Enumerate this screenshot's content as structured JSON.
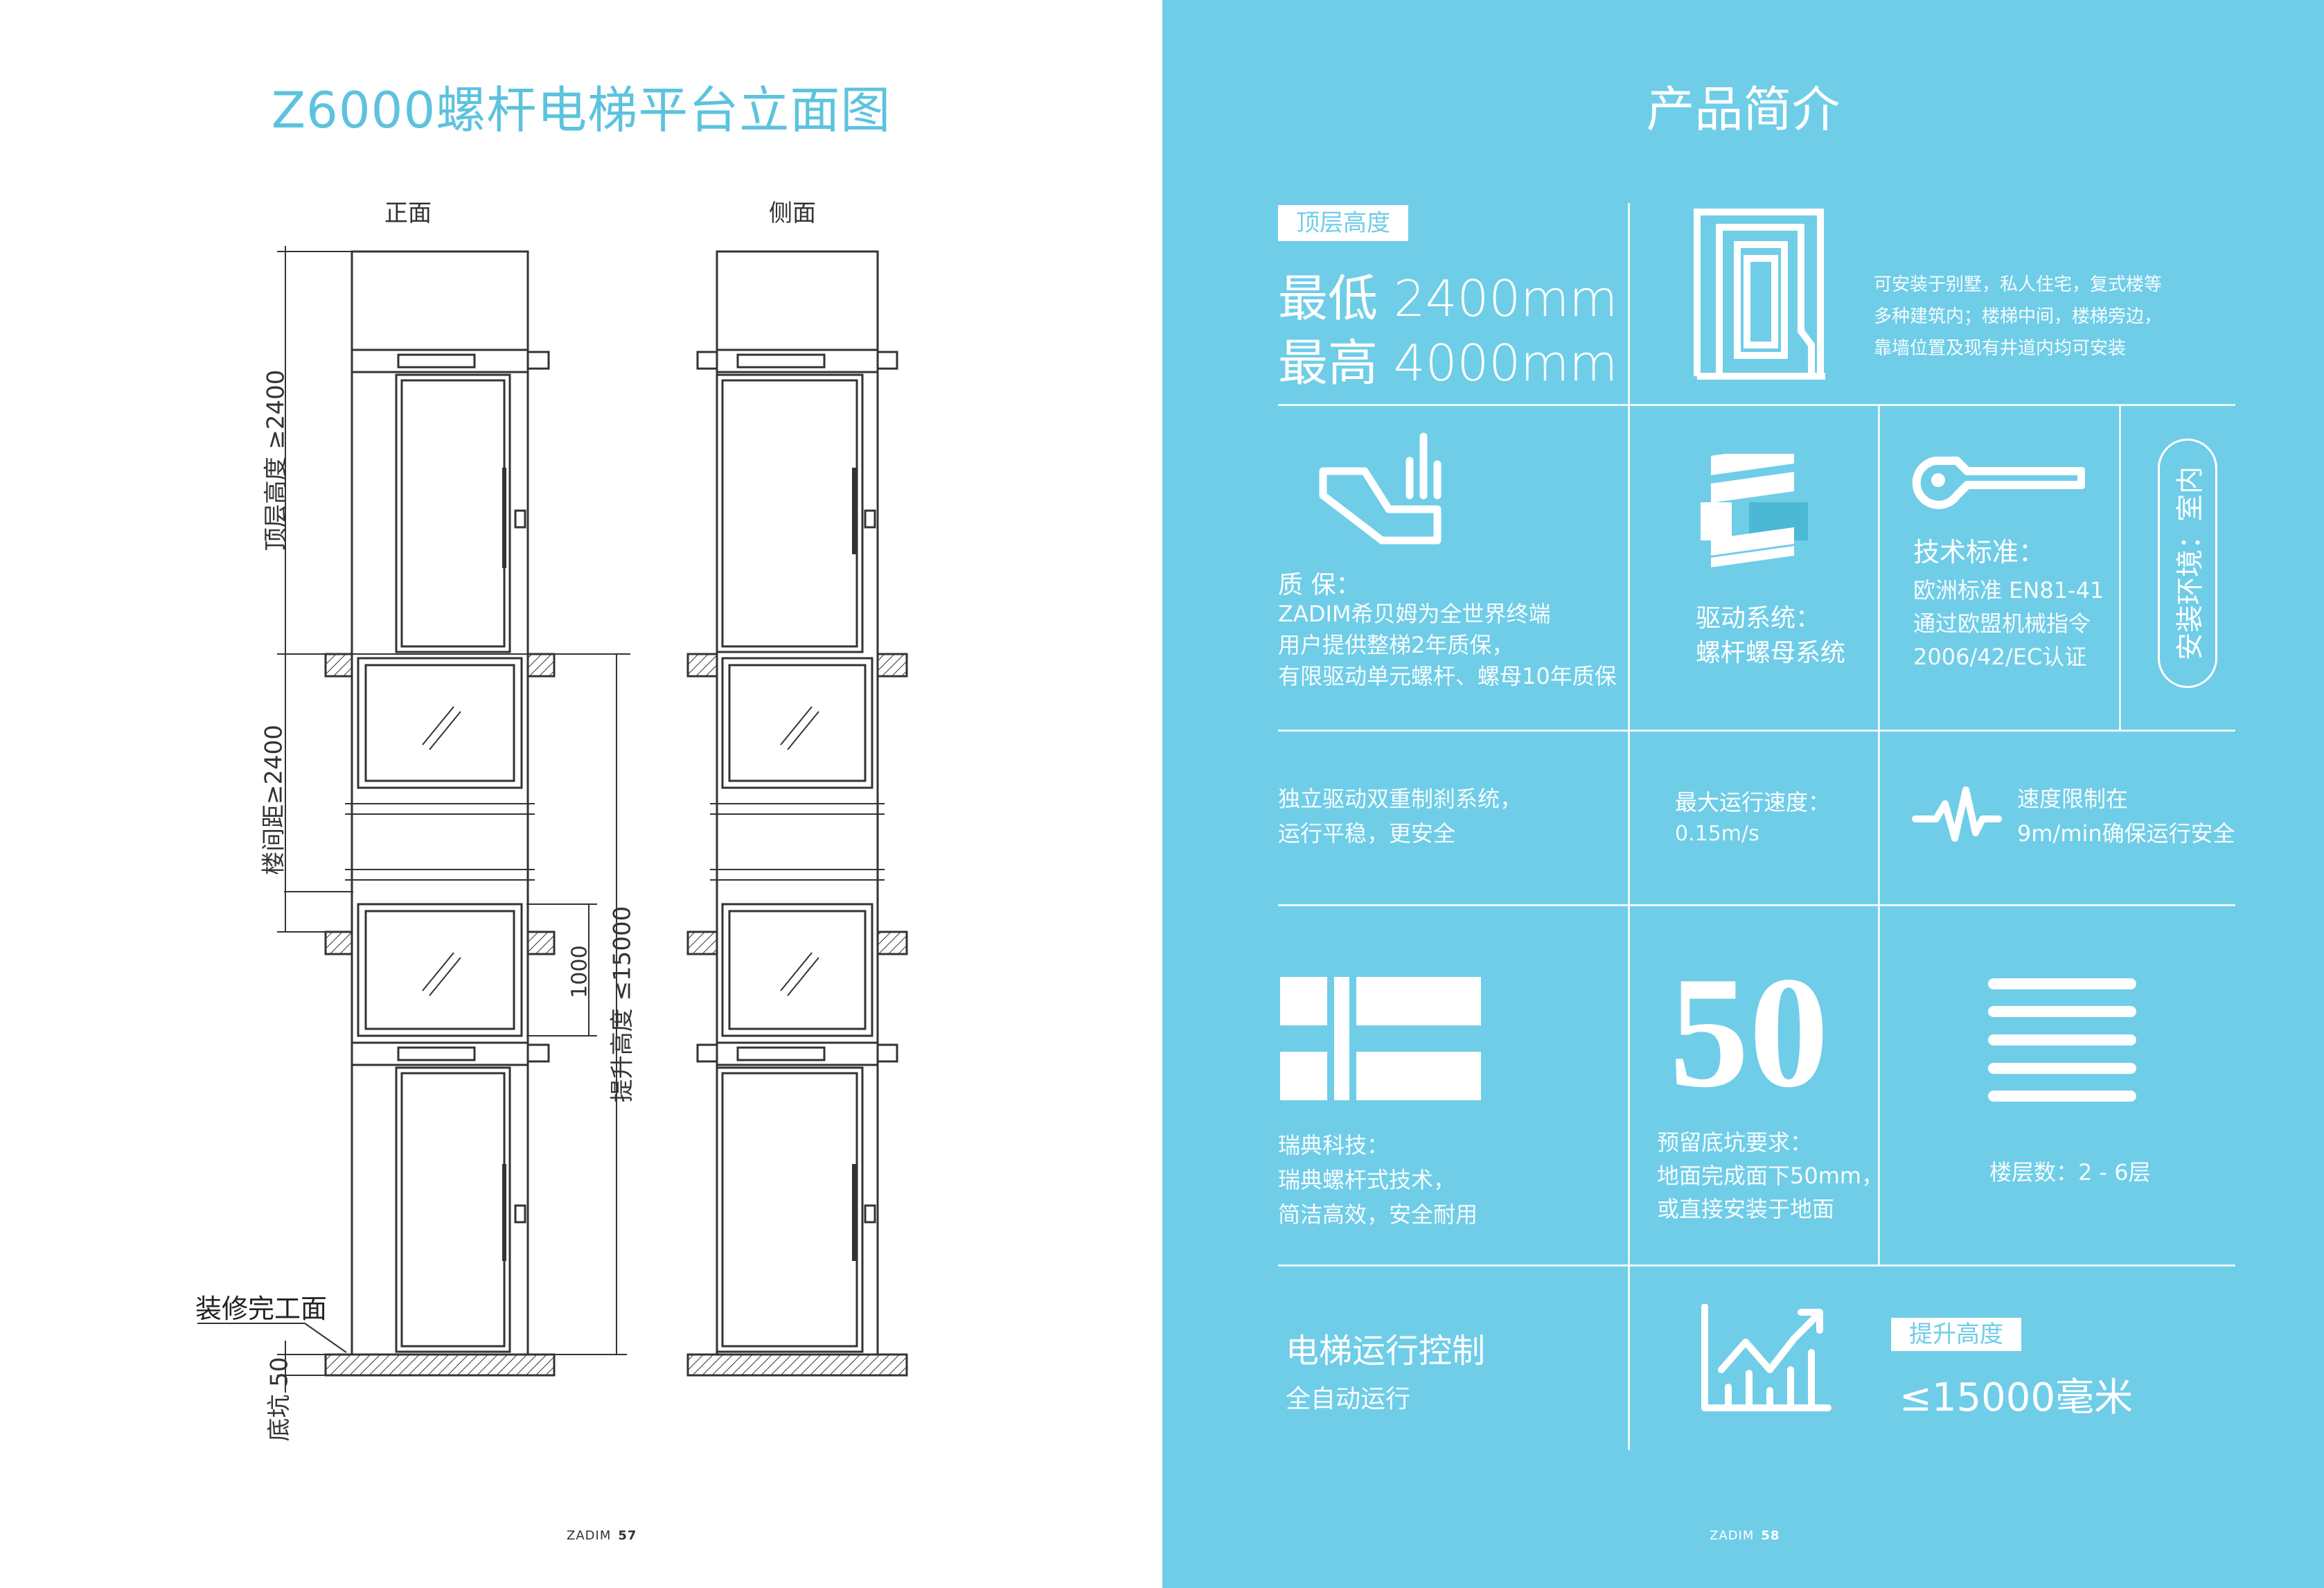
{
  "left": {
    "title": "Z6000螺杆电梯平台立面图",
    "front_label": "正面",
    "side_label": "侧面",
    "dim_top": "顶层高度 ≥2400",
    "dim_floor": "楼间距≥2400",
    "dim_lift": "提升高度 ≤15000",
    "dim_1000": "1000",
    "dim_pit": "底坑 50",
    "finish_label": "装修完工面",
    "folio_brand": "ZADIM",
    "folio_number": "57"
  },
  "right": {
    "title": "产品简介",
    "top_height": {
      "tag": "顶层高度",
      "min": "最低 2400mm",
      "max": "最高 4000mm"
    },
    "install_position": {
      "lines": [
        "可安装于别墅，私人住宅，复式楼等",
        "多种建筑内；楼梯中间，楼梯旁边，",
        "靠墙位置及现有井道内均可安装"
      ]
    },
    "warranty": {
      "title": "质  保：",
      "lines": [
        "ZADIM希贝姆为全世界终端",
        "用户提供整梯2年质保，",
        "有限驱动单元螺杆、螺母10年质保"
      ]
    },
    "drive": {
      "lines": [
        "驱动系统：",
        "螺杆螺母系统"
      ]
    },
    "standard": {
      "lines": [
        "技术标准：",
        "欧洲标准 EN81-41",
        "通过欧盟机械指令",
        "2006/42/EC认证"
      ]
    },
    "environment": "安装环境：室内",
    "brake": {
      "lines": [
        "独立驱动双重制刹系统，",
        "运行平稳，更安全"
      ]
    },
    "speed": {
      "title": "最大运行速度：",
      "value": "0.15m/s"
    },
    "speed_limit": {
      "lines": [
        "速度限制在",
        "9m/min确保运行安全"
      ]
    },
    "sweden": {
      "lines": [
        "瑞典科技：",
        "瑞典螺杆式技术，",
        "简洁高效，安全耐用"
      ]
    },
    "pit": {
      "number": "50",
      "lines": [
        "预留底坑要求：",
        "地面完成面下50mm，",
        "或直接安装于地面"
      ]
    },
    "floors": "楼层数：2 - 6层",
    "control": {
      "title": "电梯运行控制",
      "subtitle": "全自动运行"
    },
    "lift_height": {
      "tag": "提升高度",
      "value": "≤15000毫米"
    },
    "folio_brand": "ZADIM",
    "folio_number": "58"
  },
  "icons": [
    "door-icon",
    "hand-icon",
    "screw-icon",
    "wrench-icon",
    "pulse-icon",
    "flag-icon",
    "menu-lines-icon",
    "chart-icon"
  ],
  "colors": {
    "accent_blue": "#6fcde8",
    "title_blue": "#5cc3de",
    "white": "#ffffff",
    "line": "#333333"
  }
}
